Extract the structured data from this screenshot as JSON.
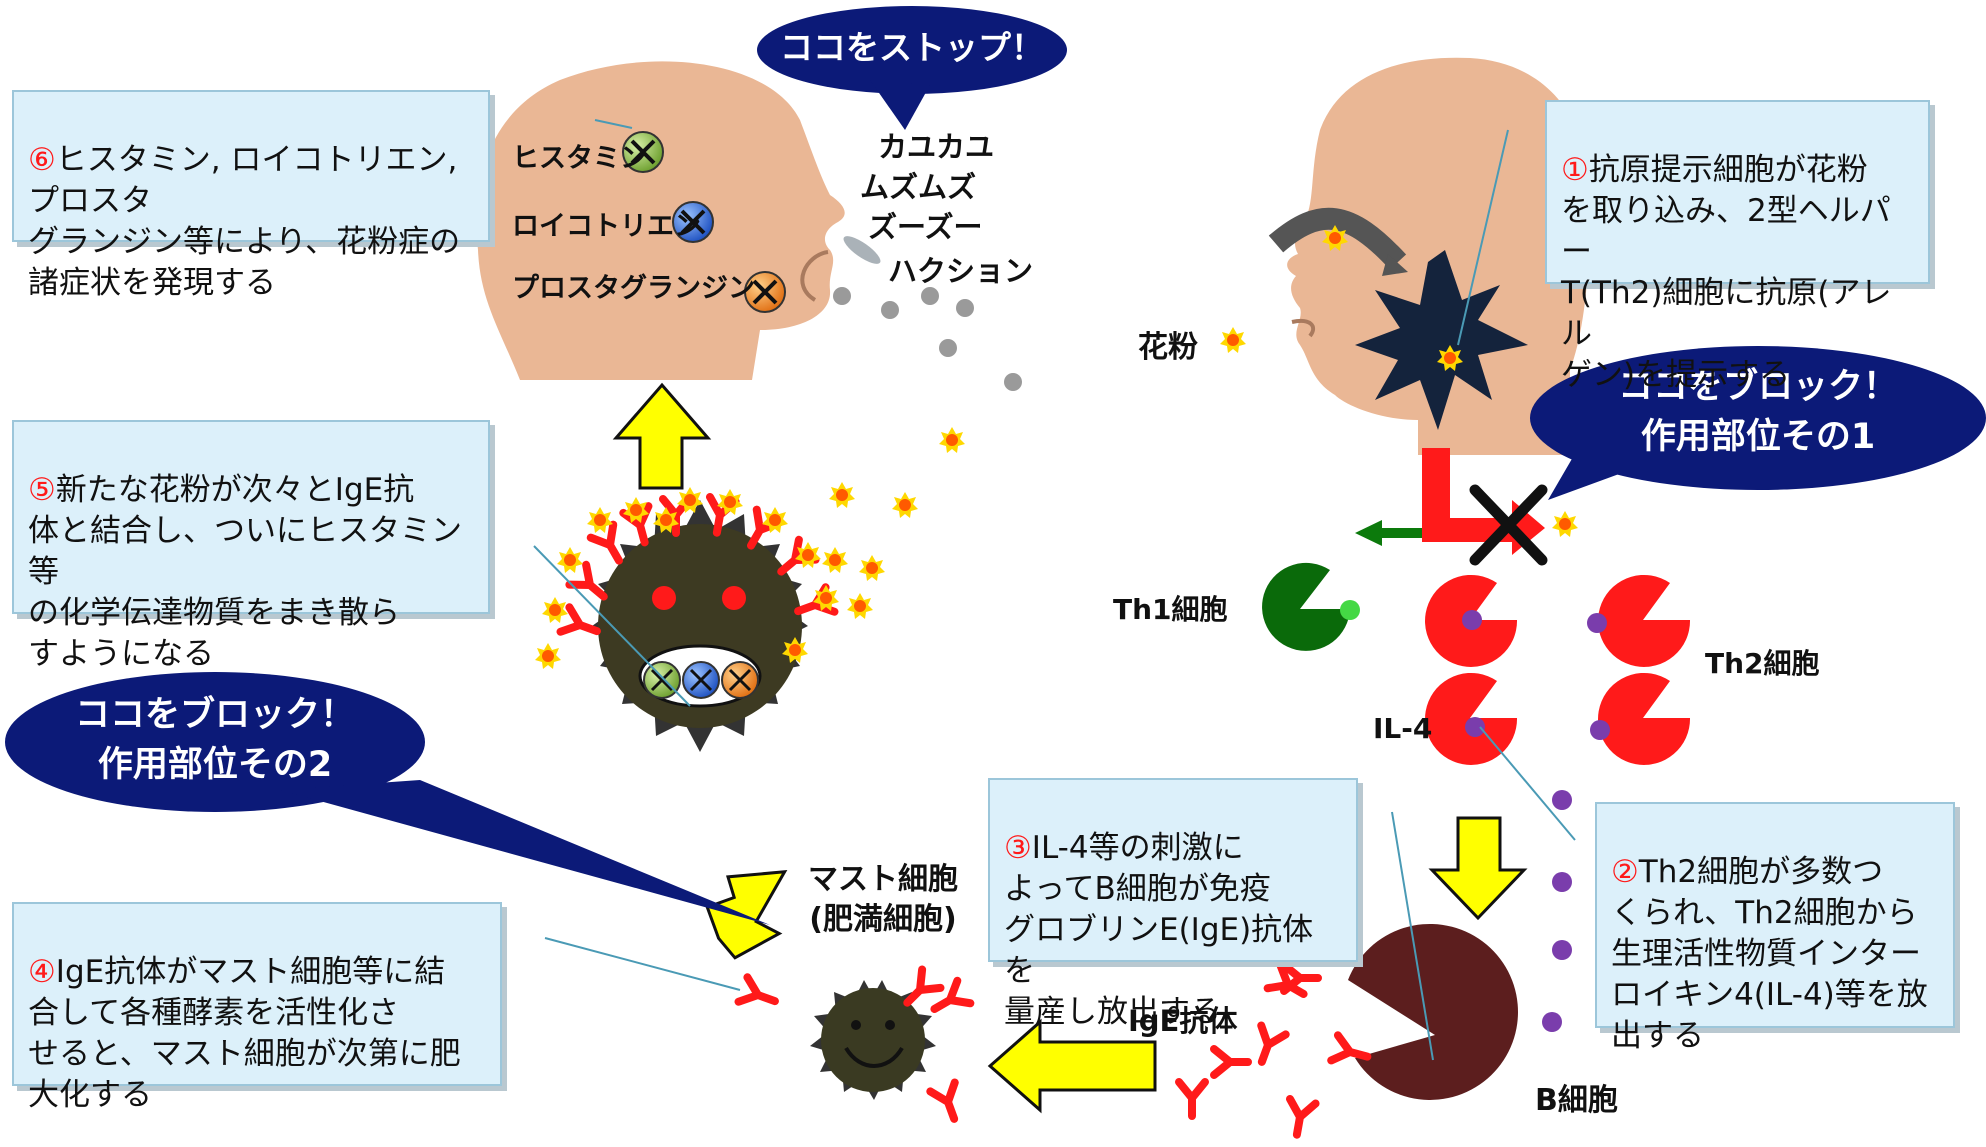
{
  "colors": {
    "bubble": "#0c1a78",
    "box_bg": "#dcf0fa",
    "skin": "#eab795",
    "number": "#ff1a1a",
    "arrow": "#ffff00"
  },
  "bubbles": {
    "stop": "ココをストップ！",
    "block1": "ココをブロック！\n作用部位その1",
    "block2": "ココをブロック！\n作用部位その2"
  },
  "steps": [
    {
      "num": "①",
      "text": "抗原提示細胞が花粉\nを取り込み、2型ヘルパー\nT(Th2)細胞に抗原(アレル\nゲン)を提示する"
    },
    {
      "num": "②",
      "text": "Th2細胞が多数つ\nくられ、Th2細胞から\n生理活性物質インター\nロイキン4(IL-4)等を放\n出する"
    },
    {
      "num": "③",
      "text": "IL-4等の刺激に\nよってB細胞が免疫\nグロブリンE(IgE)抗体を\n量産し放出する"
    },
    {
      "num": "④",
      "text": "IgE抗体がマスト細胞等に結\n合して各種酵素を活性化さ\nせると、マスト細胞が次第に肥\n大化する"
    },
    {
      "num": "⑤",
      "text": "新たな花粉が次々とIgE抗\n体と結合し、ついにヒスタミン等\nの化学伝達物質をまき散ら\nすようになる"
    },
    {
      "num": "⑥",
      "text": "ヒスタミン, ロイコトリエン, プロスタ\nグランジン等により、花粉症の\n諸症状を発現する"
    }
  ],
  "mediators": [
    "ヒスタミン",
    "ロイコトリエン",
    "プロスタグランジン"
  ],
  "symptoms": [
    "カユカユ",
    "ムズムズ",
    "ズーズー",
    "ハクション"
  ],
  "labels": {
    "pollen": "花粉",
    "th1": "Th1細胞",
    "th2": "Th2細胞",
    "il4": "IL-4",
    "bcell": "B細胞",
    "ige": "IgE抗体",
    "mast": "マスト細胞\n(肥満細胞)"
  }
}
